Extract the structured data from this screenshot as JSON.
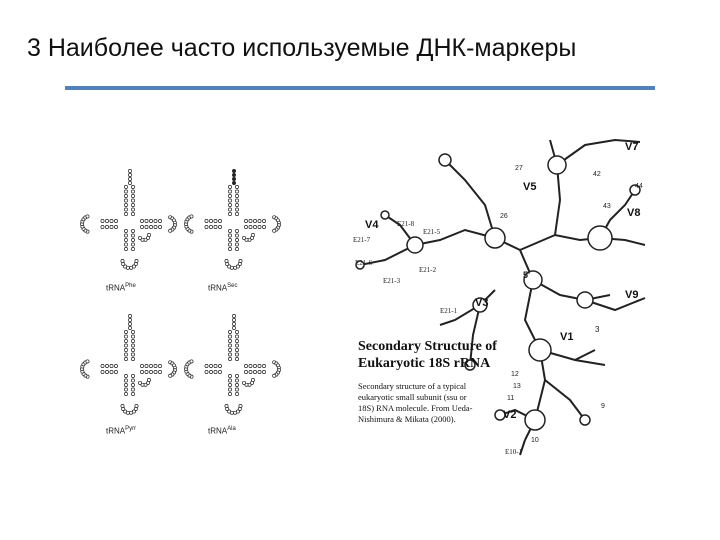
{
  "slide": {
    "title": "3 Наиболее часто используемые ДНК-маркеры",
    "accent_color": "#4f81bd"
  },
  "trna_panels": [
    {
      "label": "tRNA",
      "superscript": "Phe"
    },
    {
      "label": "tRNA",
      "superscript": "Sec"
    },
    {
      "label": "tRNA",
      "superscript": "Pyrr"
    },
    {
      "label": "tRNA",
      "superscript": "Ala"
    }
  ],
  "rrna": {
    "caption_title_line1": "Secondary Structure of",
    "caption_title_line2": "Eukaryotic 18S rRNA",
    "caption_body_line1": "Secondary structure of a typical",
    "caption_body_line2": "eukaryotic small subunit (ssu or",
    "caption_body_line3": "18S) RNA molecule.  From Ueda-",
    "caption_body_line4": "Nishimura & Mikata (2000).",
    "regions": {
      "v1": "V1",
      "v2": "V2",
      "v3": "V3",
      "v4": "V4",
      "v5": "V5",
      "v7": "V7",
      "v8": "V8",
      "v9": "V9"
    },
    "helices": {
      "e21_1": "E21-1",
      "e21_2": "E21-2",
      "e21_3": "E21-3",
      "e21_5": "E21-5",
      "e21_6": "E21-6",
      "e21_7": "E21-7",
      "e21_8": "E21-8"
    },
    "numbers": {
      "n3": "3",
      "n5": "5'",
      "n9": "9",
      "n10": "10",
      "n11": "11",
      "n12": "12",
      "n13": "13",
      "n26": "26",
      "n27": "27",
      "n42": "42",
      "n43": "43",
      "n44": "44",
      "e10_1": "E10-1"
    }
  }
}
